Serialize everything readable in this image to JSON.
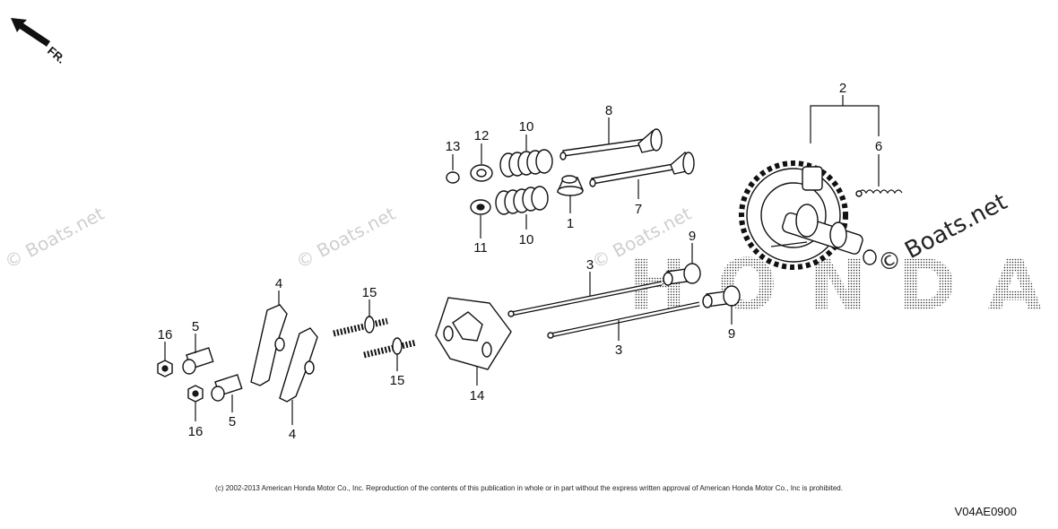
{
  "direction_label": "FR.",
  "callouts": {
    "c1": "1",
    "c2": "2",
    "c3a": "3",
    "c3b": "3",
    "c4a": "4",
    "c4b": "4",
    "c5a": "5",
    "c5b": "5",
    "c6": "6",
    "c7": "7",
    "c8": "8",
    "c9a": "9",
    "c9b": "9",
    "c10a": "10",
    "c10b": "10",
    "c11": "11",
    "c12": "12",
    "c13": "13",
    "c14": "14",
    "c15a": "15",
    "c15b": "15",
    "c16a": "16",
    "c16b": "16"
  },
  "watermarks": {
    "small": "© Boats.net",
    "large": "© Boats.net",
    "brand": "HONDA"
  },
  "footer": {
    "copyright": "(c) 2002-2013 American Honda Motor Co., Inc. Reproduction of the contents of this publication in whole or in part without the express written approval of American Honda Motor Co., Inc is prohibited.",
    "diagram_code": "V04AE0900"
  }
}
